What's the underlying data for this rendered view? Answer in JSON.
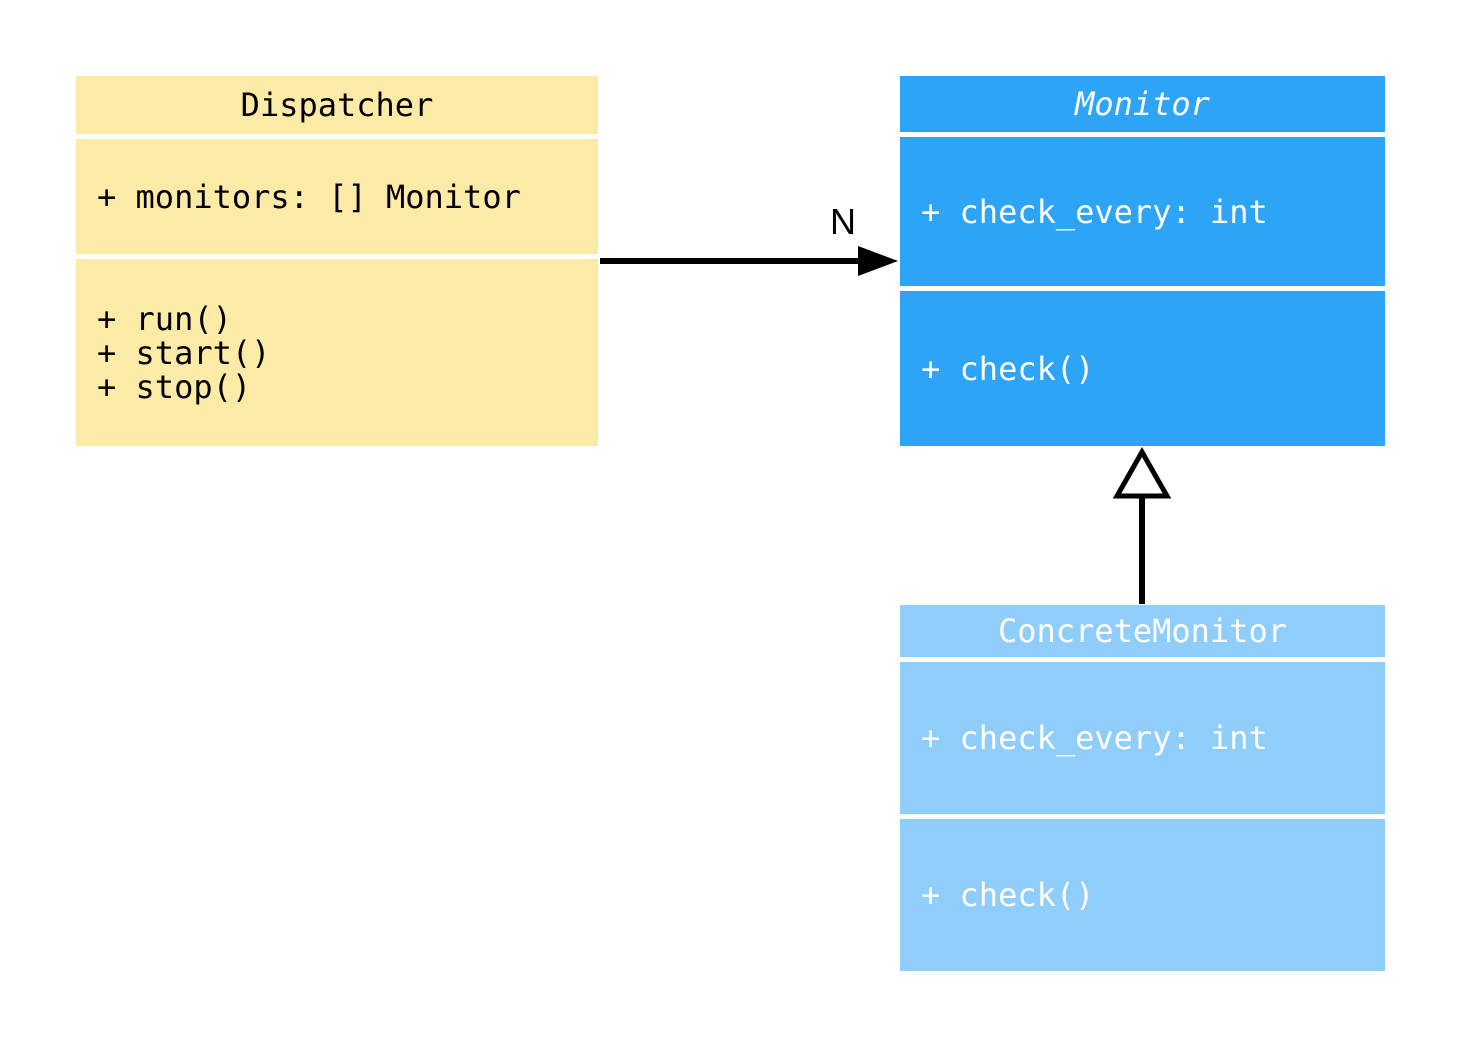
{
  "diagram": {
    "type": "uml-class-diagram",
    "background": "#ffffff",
    "connector_color": "#000000",
    "dispatcher": {
      "title": "Dispatcher",
      "attributes": [
        "+ monitors: [] Monitor"
      ],
      "methods": [
        "+ run()",
        "+ start()",
        "+ stop()"
      ],
      "fill": "#fceaa7",
      "text_color": "#000000"
    },
    "monitor": {
      "title": "Monitor",
      "abstract": true,
      "attributes": [
        "+ check_every: int"
      ],
      "methods": [
        "+ check()"
      ],
      "fill": "#2ea4f7",
      "text_color": "#ffffff"
    },
    "concrete_monitor": {
      "title": "ConcreteMonitor",
      "attributes": [
        "+ check_every: int"
      ],
      "methods": [
        "+ check()"
      ],
      "fill": "#8fcdfa",
      "text_color": "#ffffff"
    },
    "edges": {
      "association": {
        "from": "Dispatcher",
        "to": "Monitor",
        "label": "N",
        "style": "solid line, filled arrowhead"
      },
      "inheritance": {
        "from": "ConcreteMonitor",
        "to": "Monitor",
        "style": "solid line, hollow triangle"
      }
    }
  }
}
